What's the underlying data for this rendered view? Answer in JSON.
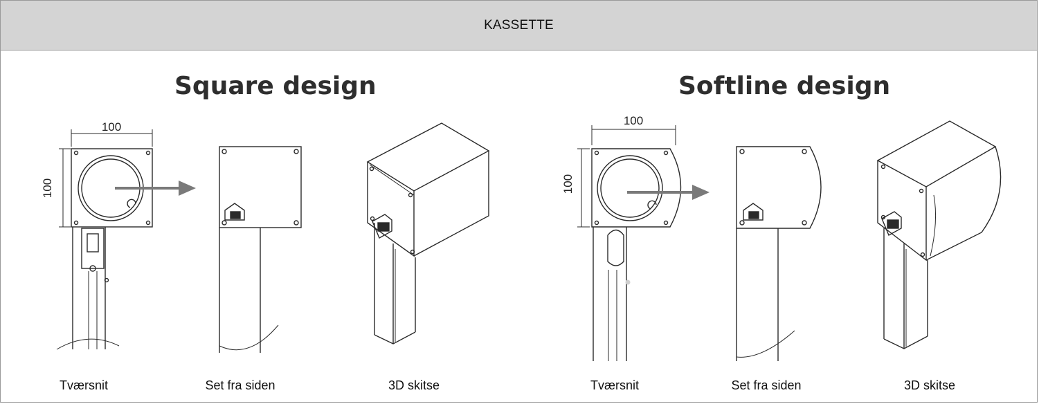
{
  "header": {
    "title": "KASSETTE"
  },
  "designs": [
    {
      "title": "Square design",
      "dimension_width": "100",
      "dimension_height": "100",
      "captions": [
        "Tværsnit",
        "Set fra siden",
        "3D skitse"
      ]
    },
    {
      "title": "Softline design",
      "dimension_width": "100",
      "dimension_height": "100",
      "captions": [
        "Tværsnit",
        "Set fra siden",
        "3D skitse"
      ]
    }
  ],
  "colors": {
    "header_bg": "#d4d4d4",
    "arrow": "#7a7a7a",
    "line": "#2a2a2a"
  }
}
